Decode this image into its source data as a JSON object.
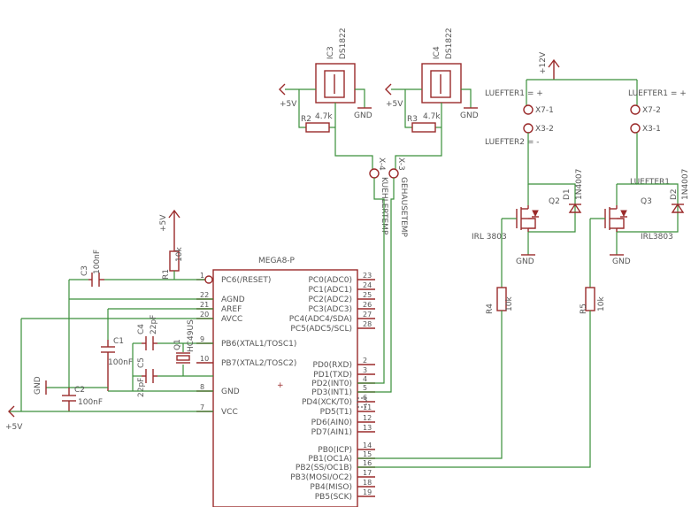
{
  "mcu": {
    "name": "MEGA8-P",
    "left_pins": [
      {
        "num": "1",
        "label": "PC6(/RESET)"
      },
      {
        "num": "22",
        "label": "AGND"
      },
      {
        "num": "21",
        "label": "AREF"
      },
      {
        "num": "20",
        "label": "AVCC"
      },
      {
        "num": "9",
        "label": "PB6(XTAL1/TOSC1)"
      },
      {
        "num": "10",
        "label": "PB7(XTAL2/TOSC2)"
      },
      {
        "num": "8",
        "label": "GND"
      },
      {
        "num": "7",
        "label": "VCC"
      }
    ],
    "right_pins": [
      {
        "num": "23",
        "label": "PC0(ADC0)"
      },
      {
        "num": "24",
        "label": "PC1(ADC1)"
      },
      {
        "num": "25",
        "label": "PC2(ADC2)"
      },
      {
        "num": "26",
        "label": "PC3(ADC3)"
      },
      {
        "num": "27",
        "label": "PC4(ADC4/SDA)"
      },
      {
        "num": "28",
        "label": "PC5(ADC5/SCL)"
      },
      {
        "num": "2",
        "label": "PD0(RXD)"
      },
      {
        "num": "3",
        "label": "PD1(TXD)"
      },
      {
        "num": "4",
        "label": "PD2(INT0)"
      },
      {
        "num": "5",
        "label": "PD3(INT1)"
      },
      {
        "num": "6",
        "label": "PD4(XCK/T0)"
      },
      {
        "num": "11",
        "label": "PD5(T1)"
      },
      {
        "num": "12",
        "label": "PD6(AIN0)"
      },
      {
        "num": "13",
        "label": "PD7(AIN1)"
      },
      {
        "num": "14",
        "label": "PB0(ICP)"
      },
      {
        "num": "15",
        "label": "PB1(OC1A)"
      },
      {
        "num": "16",
        "label": "PB2(SS/OC1B)"
      },
      {
        "num": "17",
        "label": "PB3(MOSI/OC2)"
      },
      {
        "num": "18",
        "label": "PB4(MISO)"
      },
      {
        "num": "19",
        "label": "PB5(SCK)"
      }
    ]
  },
  "sensors": {
    "ic3": {
      "name": "IC3",
      "value": "DS1822"
    },
    "ic4": {
      "name": "IC4",
      "value": "DS1822"
    },
    "r2": {
      "name": "R2",
      "value": "4.7k"
    },
    "r3": {
      "name": "R3",
      "value": "4.7k"
    },
    "x4": "X-4",
    "x3": "X-3",
    "net_kuehler": "KUEHLERTEMP",
    "net_gehause": "GEHAUSETEMP"
  },
  "power": {
    "p5v": "+5V",
    "p12v": "+12V",
    "gnd": "GND"
  },
  "fans": {
    "x7_1": "X7-1",
    "x7_2": "X7-2",
    "x3_1": "X3-1",
    "x3_2": "X3-2",
    "luefter1_plus_left": "LUEFTER1 = +",
    "luefter1_plus_right": "LUEFTER1 = +",
    "luefter2_minus": "LUEFTER2 = -",
    "luefter1_right": "LUEFTER1",
    "q2": {
      "name": "Q2",
      "value": "IRL 3803"
    },
    "q3": {
      "name": "Q3",
      "value": "IRL3803"
    },
    "d1": {
      "name": "D1",
      "value": "1N4007"
    },
    "d2": {
      "name": "D2",
      "value": "1N4007"
    },
    "r4": {
      "name": "R4",
      "value": "10k"
    },
    "r5": {
      "name": "R5",
      "value": "10k"
    }
  },
  "support": {
    "r1": {
      "name": "R1",
      "value": "10k"
    },
    "c3": {
      "name": "C3",
      "value": "100nF"
    },
    "c1": {
      "name": "C1",
      "value": "100nF"
    },
    "c2": {
      "name": "C2",
      "value": "100nF"
    },
    "c4": {
      "name": "C4",
      "value": "22pF"
    },
    "c5": {
      "name": "C5",
      "value": "22pF"
    },
    "q1": {
      "name": "Q1",
      "value": "HC49US"
    }
  },
  "colors": {
    "wire": "#3a8f3a",
    "part": "#9a2a2a",
    "text": "#555555"
  }
}
